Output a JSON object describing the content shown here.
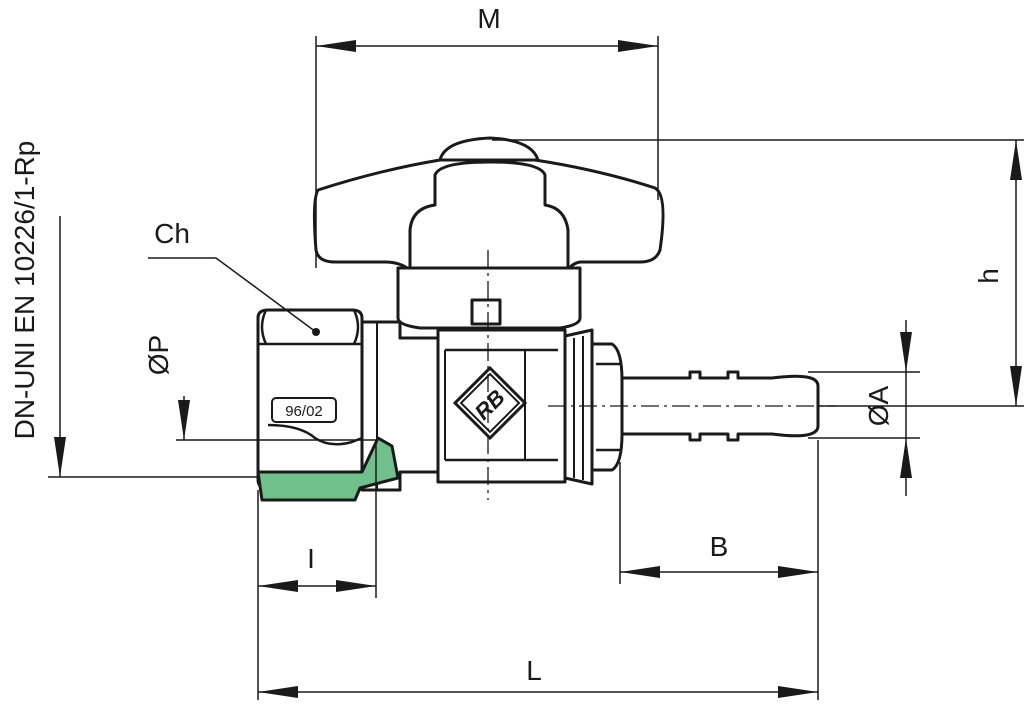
{
  "dimensions": {
    "M": "M",
    "h": "h",
    "Ch": "Ch",
    "P": "ØP",
    "A": "ØA",
    "B": "B",
    "I": "I",
    "L": "L"
  },
  "standard_label": "DN-UNI EN 10226/1-Rp",
  "nut_marking": "96/02",
  "logo_text": "RB",
  "colors": {
    "seal_green": "#6fc08a",
    "line": "#1a1a1a",
    "background": "#ffffff"
  }
}
